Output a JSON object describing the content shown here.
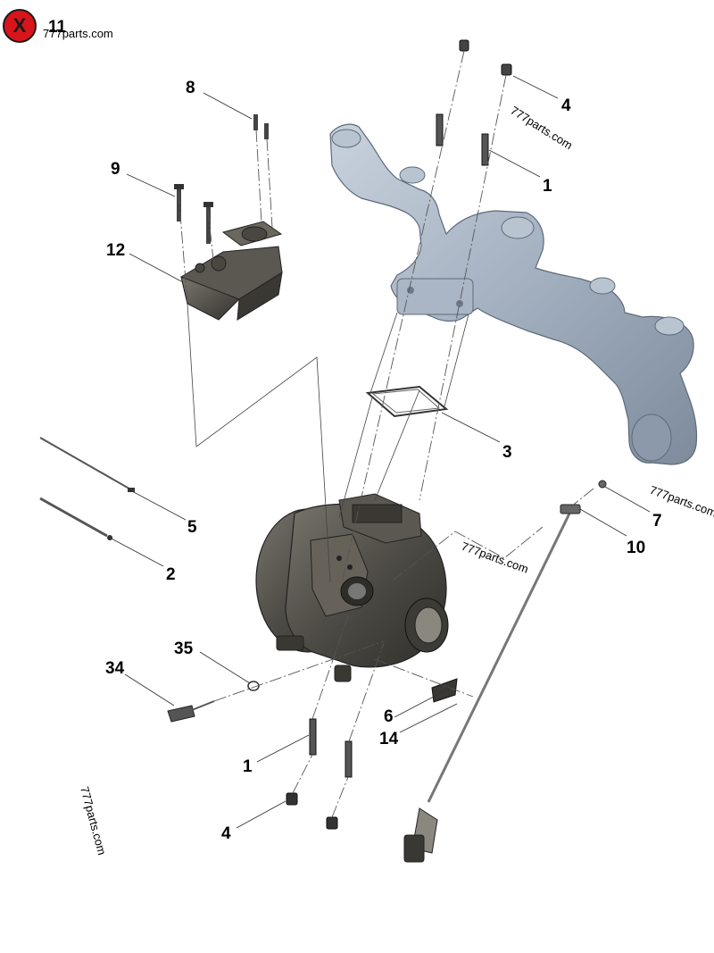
{
  "close_button": {
    "label": "X"
  },
  "callouts": {
    "c11": "11",
    "c8": "8",
    "c9": "9",
    "c12": "12",
    "c4_top": "4",
    "c1_top": "1",
    "c3": "3",
    "c5": "5",
    "c2": "2",
    "c7": "7",
    "c10": "10",
    "c35": "35",
    "c34": "34",
    "c6": "6",
    "c14": "14",
    "c1_bottom": "1",
    "c4_bottom": "4"
  },
  "watermark": "777parts.com",
  "colors": {
    "manifold": "#a6b3c3",
    "turbo": "#4c4a44",
    "actuator": "#47443e",
    "close_button": "#d9141b"
  }
}
